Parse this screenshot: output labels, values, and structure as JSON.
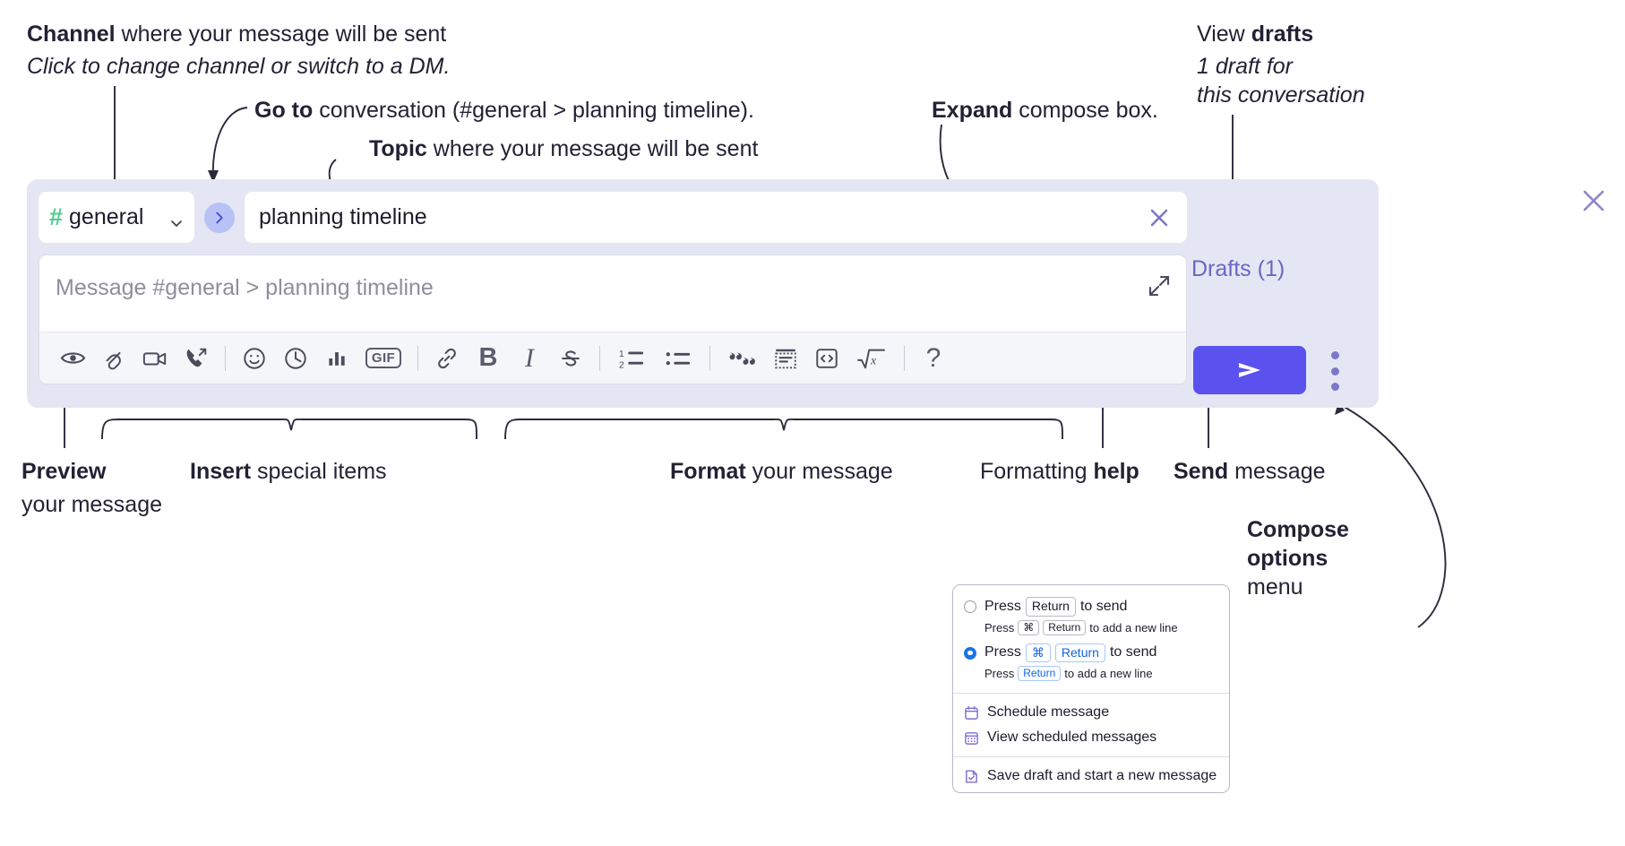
{
  "annotations": {
    "channel": {
      "bold": "Channel",
      "rest": " where your message will be sent",
      "italic": "Click to change channel or switch to a DM."
    },
    "goto": {
      "bold": "Go to",
      "rest": " conversation (#general > planning timeline)."
    },
    "topic": {
      "bold": "Topic",
      "rest": " where your message will be sent"
    },
    "expand": {
      "bold": "Expand",
      "rest": " compose box."
    },
    "drafts": {
      "rest": "View ",
      "bold": "drafts",
      "italic_l1": "1 draft for",
      "italic_l2": "this conversation"
    },
    "preview": {
      "bold": "Preview",
      "l2": "your message"
    },
    "insert": {
      "bold": "Insert",
      "rest": " special items"
    },
    "format": {
      "bold": "Format",
      "rest": " your message"
    },
    "help": {
      "rest": "Formatting ",
      "bold": "help"
    },
    "send": {
      "bold": "Send",
      "rest": " message"
    },
    "compose_options": {
      "bold_l1": "Compose",
      "bold_l2": "options",
      "l3": "menu"
    }
  },
  "compose": {
    "channel_name": "general",
    "hash_symbol": "#",
    "topic_value": "planning timeline",
    "message_placeholder": "Message #general > planning timeline",
    "drafts_label": "Drafts (1)",
    "toolbar": [
      {
        "name": "preview-icon",
        "label": "Preview"
      },
      {
        "name": "attachment-icon",
        "label": "Attach file"
      },
      {
        "name": "video-icon",
        "label": "Record video clip"
      },
      {
        "name": "audio-call-icon",
        "label": "Record audio clip"
      },
      {
        "name": "divider",
        "label": ""
      },
      {
        "name": "emoji-icon",
        "label": "Emoji"
      },
      {
        "name": "clock-icon",
        "label": "Reminder"
      },
      {
        "name": "poll-icon",
        "label": "Poll"
      },
      {
        "name": "gif-icon",
        "label": "GIF"
      },
      {
        "name": "divider",
        "label": ""
      },
      {
        "name": "link-icon",
        "label": "Link"
      },
      {
        "name": "bold-icon",
        "label": "B"
      },
      {
        "name": "italic-icon",
        "label": "I"
      },
      {
        "name": "strikethrough-icon",
        "label": "Strikethrough"
      },
      {
        "name": "divider",
        "label": ""
      },
      {
        "name": "ordered-list-icon",
        "label": "Numbered list"
      },
      {
        "name": "bulleted-list-icon",
        "label": "Bulleted list"
      },
      {
        "name": "divider",
        "label": ""
      },
      {
        "name": "blockquote-icon",
        "label": "Quote"
      },
      {
        "name": "code-block-icon",
        "label": "Code block"
      },
      {
        "name": "inline-code-icon",
        "label": "Inline code"
      },
      {
        "name": "math-icon",
        "label": "Math"
      },
      {
        "name": "divider",
        "label": ""
      },
      {
        "name": "help-icon",
        "label": "?"
      }
    ]
  },
  "menu": {
    "options": [
      {
        "selected": false,
        "main_pre": "Press",
        "main_keys": [
          "Return"
        ],
        "main_post": "to send",
        "sub_pre": "Press",
        "sub_keys": [
          "⌘",
          "Return"
        ],
        "sub_post": "to add a new line"
      },
      {
        "selected": true,
        "main_pre": "Press",
        "main_keys": [
          "⌘",
          "Return"
        ],
        "main_post": "to send",
        "sub_pre": "Press",
        "sub_keys": [
          "Return"
        ],
        "sub_post": "to add a new line"
      }
    ],
    "items": [
      {
        "icon": "calendar-icon",
        "label": "Schedule message"
      },
      {
        "icon": "calendar-grid-icon",
        "label": "View scheduled messages"
      },
      {
        "icon": "save-draft-icon",
        "label": "Save draft and start a new message"
      }
    ]
  },
  "colors": {
    "panel_bg": "#e4e6f3",
    "send_button": "#5b51ef",
    "hash_green": "#4fce8e",
    "accent_purple": "#6b66c4",
    "key_blue": "#1264e0",
    "arrow_pill": "#b9c2f5"
  }
}
